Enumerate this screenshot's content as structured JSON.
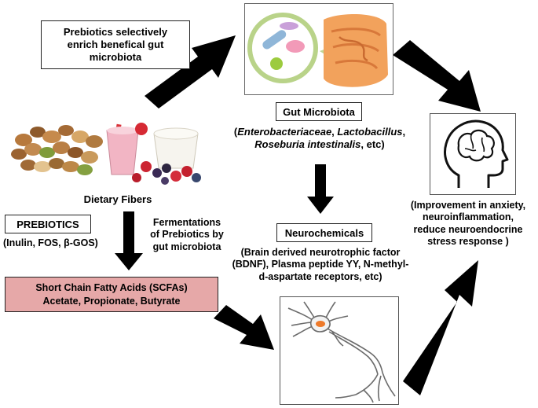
{
  "prebiotics_enrich": {
    "lines": [
      "Prebiotics selectively",
      "enrich benefical gut",
      "microbiota"
    ]
  },
  "dietary_fibers": {
    "label": "Dietary Fibers"
  },
  "prebiotics_box": {
    "title": "PREBIOTICS",
    "examples": "(Inulin, FOS, β-GOS)"
  },
  "fermentation": {
    "lines": [
      "Fermentations",
      "of Prebiotics by",
      "gut microbiota"
    ]
  },
  "scfa": {
    "line1": "Short Chain Fatty Acids (SCFAs)",
    "line2": "Acetate, Propionate, Butyrate"
  },
  "gut_microbiota": {
    "title": "Gut Microbiota",
    "line1": {
      "open": "(",
      "genus1": "Enterobacteriaceae",
      "sep1": ", ",
      "genus2": "Lactobacillus",
      "tail1": ","
    },
    "line2": {
      "genus3": "Roseburia intestinalis",
      "tail2": ", etc)"
    }
  },
  "neurochemicals": {
    "title": "Neurochemicals",
    "lines": [
      "(Brain derived neurotrophic factor",
      "(BDNF), Plasma peptide YY, N-methyl-",
      "d-aspartate receptors, etc)"
    ]
  },
  "improvement": {
    "lines": [
      "(Improvement in anxiety,",
      "neuroinflammation,",
      "reduce neuroendocrine",
      "stress response )"
    ]
  },
  "icons": [
    "food-illustration",
    "gut-microbe-illustration",
    "brain-head-icon",
    "neuron-illustration"
  ],
  "colors": {
    "scfa_fill": "#e6a8a8",
    "arrow": "#000000",
    "gut": "#f2a25c",
    "magnifier": "#b9d389"
  }
}
